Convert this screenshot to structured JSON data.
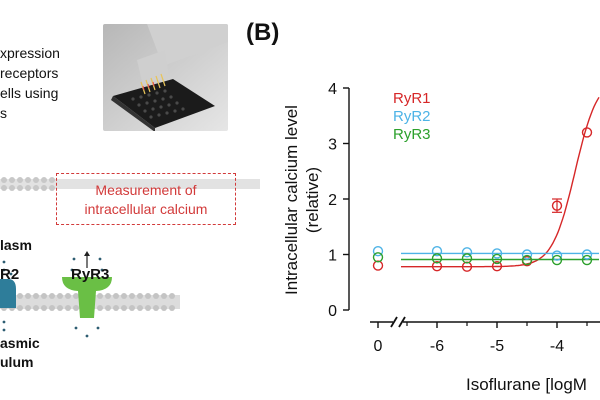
{
  "panel_a": {
    "text_lines": [
      "xpression",
      "receptors",
      "ells  using",
      "s"
    ],
    "measurement_box": {
      "line1": "Measurement of",
      "line2": "intracellular calcium"
    },
    "labels": {
      "lasm": "lasm",
      "r2": "R2",
      "ryr3": "RyR3",
      "asmic": "asmic",
      "ulum": "ulum"
    }
  },
  "panel_b": {
    "label": "(B)"
  },
  "colors": {
    "ryr1": "#d62728",
    "ryr2": "#4db3e6",
    "ryr3": "#2ca02c",
    "channel_teal": "#2e7d9a",
    "channel_green": "#6abf45"
  },
  "chart_data": {
    "type": "scatter",
    "ylabel_line1": "Intracellular calcium level",
    "ylabel_line2": "(relative)",
    "xlabel": "Isoflurane [logM",
    "x_ticks": [
      {
        "value": 0,
        "label": "0"
      },
      {
        "value": -6,
        "label": "-6"
      },
      {
        "value": -5,
        "label": "-5"
      },
      {
        "value": -4,
        "label": "-4"
      }
    ],
    "y_ticks": [
      {
        "value": 0,
        "label": "0"
      },
      {
        "value": 1,
        "label": "1"
      },
      {
        "value": 2,
        "label": "2"
      },
      {
        "value": 3,
        "label": "3"
      },
      {
        "value": 4,
        "label": "4"
      }
    ],
    "ylim": [
      0,
      4
    ],
    "xlim": [
      -6.7,
      -3.4
    ],
    "axis_break": true,
    "zero_point_x": 0,
    "series": [
      {
        "name": "RyR1",
        "color": "#d62728",
        "zero_point": {
          "y": 0.8
        },
        "points": [
          {
            "x": -6,
            "y": 0.79
          },
          {
            "x": -5.5,
            "y": 0.78
          },
          {
            "x": -5,
            "y": 0.79
          },
          {
            "x": -4.5,
            "y": 0.88
          },
          {
            "x": -4,
            "y": 1.88,
            "err": 0.12
          },
          {
            "x": -3.5,
            "y": 3.2
          }
        ],
        "fit": {
          "bottom": 0.78,
          "top": 4.2,
          "log_ec50": -3.7,
          "hill": 2.3
        }
      },
      {
        "name": "RyR2",
        "color": "#4db3e6",
        "zero_point": {
          "y": 1.06
        },
        "points": [
          {
            "x": -6,
            "y": 1.06
          },
          {
            "x": -5.5,
            "y": 1.04
          },
          {
            "x": -5,
            "y": 1.02
          },
          {
            "x": -4.5,
            "y": 1.0
          },
          {
            "x": -4,
            "y": 0.98
          },
          {
            "x": -3.5,
            "y": 1.0
          }
        ],
        "fit": {
          "flat": 1.02
        }
      },
      {
        "name": "RyR3",
        "color": "#2ca02c",
        "zero_point": {
          "y": 0.95
        },
        "points": [
          {
            "x": -6,
            "y": 0.93
          },
          {
            "x": -5.5,
            "y": 0.93
          },
          {
            "x": -5,
            "y": 0.92
          },
          {
            "x": -4.5,
            "y": 0.9
          },
          {
            "x": -4,
            "y": 0.9
          },
          {
            "x": -3.5,
            "y": 0.9
          }
        ],
        "fit": {
          "flat": 0.91
        }
      }
    ]
  }
}
